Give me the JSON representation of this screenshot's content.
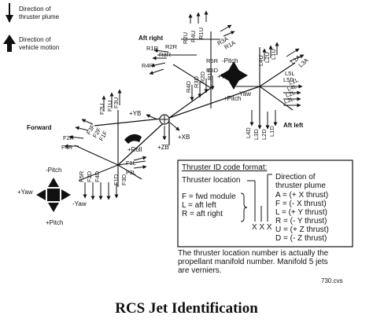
{
  "legend": {
    "plume_line1": "Direction of",
    "plume_line2": "thruster plume",
    "motion_line1": "Direction of",
    "motion_line2": "vehicle motion"
  },
  "sections": {
    "aft_right": "Aft right",
    "aft_left": "Aft left",
    "forward": "Forward"
  },
  "axes": {
    "plus_yb": "+YB",
    "plus_zb": "+ZB",
    "plus_xb": "+XB",
    "roll": "+Roll",
    "pitch_plus": "+Pitch",
    "pitch_minus": "-Pitch",
    "yaw_plus": "+Yaw",
    "yaw_minus": "-Yaw",
    "yaw": "Yaw",
    "pitch_word": "Pitch"
  },
  "jets": {
    "aft_right_top": [
      "R2U",
      "R4U",
      "R1U",
      "R3A",
      "R1A",
      "R2R",
      "R3R",
      "R1R",
      "R4R",
      "R5R",
      "R5D"
    ],
    "aft_right_bottom": [
      "R4D",
      "R3D",
      "R2D",
      "R1D"
    ],
    "aft_left_top": [
      "L4U",
      "L2U",
      "L1U",
      "L1A",
      "L3A",
      "L5L",
      "L5D"
    ],
    "aft_left_right": [
      "L1L",
      "L4L",
      "L2L",
      "L3L"
    ],
    "aft_left_bottom": [
      "L4D",
      "L3D",
      "L2D",
      "L1D"
    ],
    "forward_top": [
      "F2U",
      "F1U",
      "F3U"
    ],
    "forward_left": [
      "F3F",
      "F2F",
      "F1F",
      "F2R",
      "F4R"
    ],
    "forward_right": [
      "F1L",
      "F3L"
    ],
    "forward_bottom": [
      "F5R",
      "F2D",
      "F4D",
      "F1D",
      "F3D"
    ]
  },
  "id_box": {
    "title": "Thruster ID code format:",
    "location_heading": "Thruster location",
    "direction_heading1": "Direction of",
    "direction_heading2": "thruster plume",
    "locations": [
      "F = fwd module",
      "L = aft left",
      "R = aft right"
    ],
    "directions": [
      "A = (+ X thrust)",
      "F = (- X thrust)",
      "L = (+ Y thrust)",
      "R = (- Y thrust)",
      "U = (+ Z thrust)",
      "D = (- Z thrust)"
    ],
    "xxx": "X X X",
    "note_line1": "The thruster location number is actually the",
    "note_line2": "propellant manifold number. Manifold 5 jets",
    "note_line3": "are verniers.",
    "figure_code": "730.cvs"
  },
  "caption": "RCS Jet Identification"
}
